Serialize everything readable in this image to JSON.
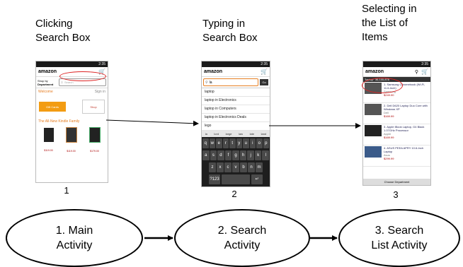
{
  "captions": [
    {
      "lines": [
        "Clicking",
        "Search Box"
      ]
    },
    {
      "lines": [
        "Typing in",
        "Search Box"
      ]
    },
    {
      "lines": [
        "Selecting in",
        "the List of",
        "Items"
      ]
    }
  ],
  "numbers": [
    "1",
    "2",
    "3"
  ],
  "activities": [
    {
      "lines": [
        "1. Main",
        "Activity"
      ]
    },
    {
      "lines": [
        "2. Search",
        "Activity"
      ]
    },
    {
      "lines": [
        "3. Search",
        "List Activity"
      ]
    }
  ],
  "screen1": {
    "status": "2:35",
    "logo": "amazon",
    "shop_by": "Shop by",
    "department": "Department",
    "search_placeholder": "Search",
    "welcome": "Welcome",
    "sign_in": "Sign in",
    "gift_cards": "Gift Cards",
    "shop_label": "Shop",
    "kindle_family": "The All-New Kindle Family",
    "prices": [
      "$119.00",
      "$119.00",
      "$179.00"
    ]
  },
  "screen2": {
    "status": "2:35",
    "logo": "amazon",
    "query": "la",
    "go": "Go",
    "suggestions": [
      "laptop",
      "laptop in Electronics",
      "laptop in Computers",
      "laptop in Electronics Deals",
      "lego"
    ],
    "autocomplete": [
      "la",
      "lord",
      "large",
      "law",
      "late",
      "land"
    ],
    "keyrows": [
      [
        "q",
        "w",
        "e",
        "r",
        "t",
        "y",
        "u",
        "i",
        "o",
        "p"
      ],
      [
        "a",
        "s",
        "d",
        "f",
        "g",
        "h",
        "j",
        "k",
        "l"
      ],
      [
        "z",
        "x",
        "c",
        "v",
        "b",
        "n",
        "m"
      ]
    ],
    "sym": "?123"
  },
  "screen3": {
    "status": "2:35",
    "logo": "amazon",
    "result_header": "\"laptop\" 36,155,878",
    "items": [
      {
        "title": "1. Samsung Chromebook (Wi-Fi, 11.6-Inch)",
        "sub": "Samsung",
        "price": "$249.00"
      },
      {
        "title": "2. Dell D620 Laptop Duo Core with Windows XP",
        "sub": "Dell",
        "price": "$169.99"
      },
      {
        "title": "3. Apple iBook Laptop, G4 Black 1.07GHz Processor",
        "sub": "Apple",
        "price": "$169.99"
      },
      {
        "title": "4. ASUS PEEA APRY 10.6-Inch Laptop",
        "sub": "Asus",
        "price": "$299.99"
      }
    ],
    "footer": "Choose Department"
  },
  "colors": {
    "highlight": "#dd2222",
    "amazon_orange": "#f39c12"
  }
}
